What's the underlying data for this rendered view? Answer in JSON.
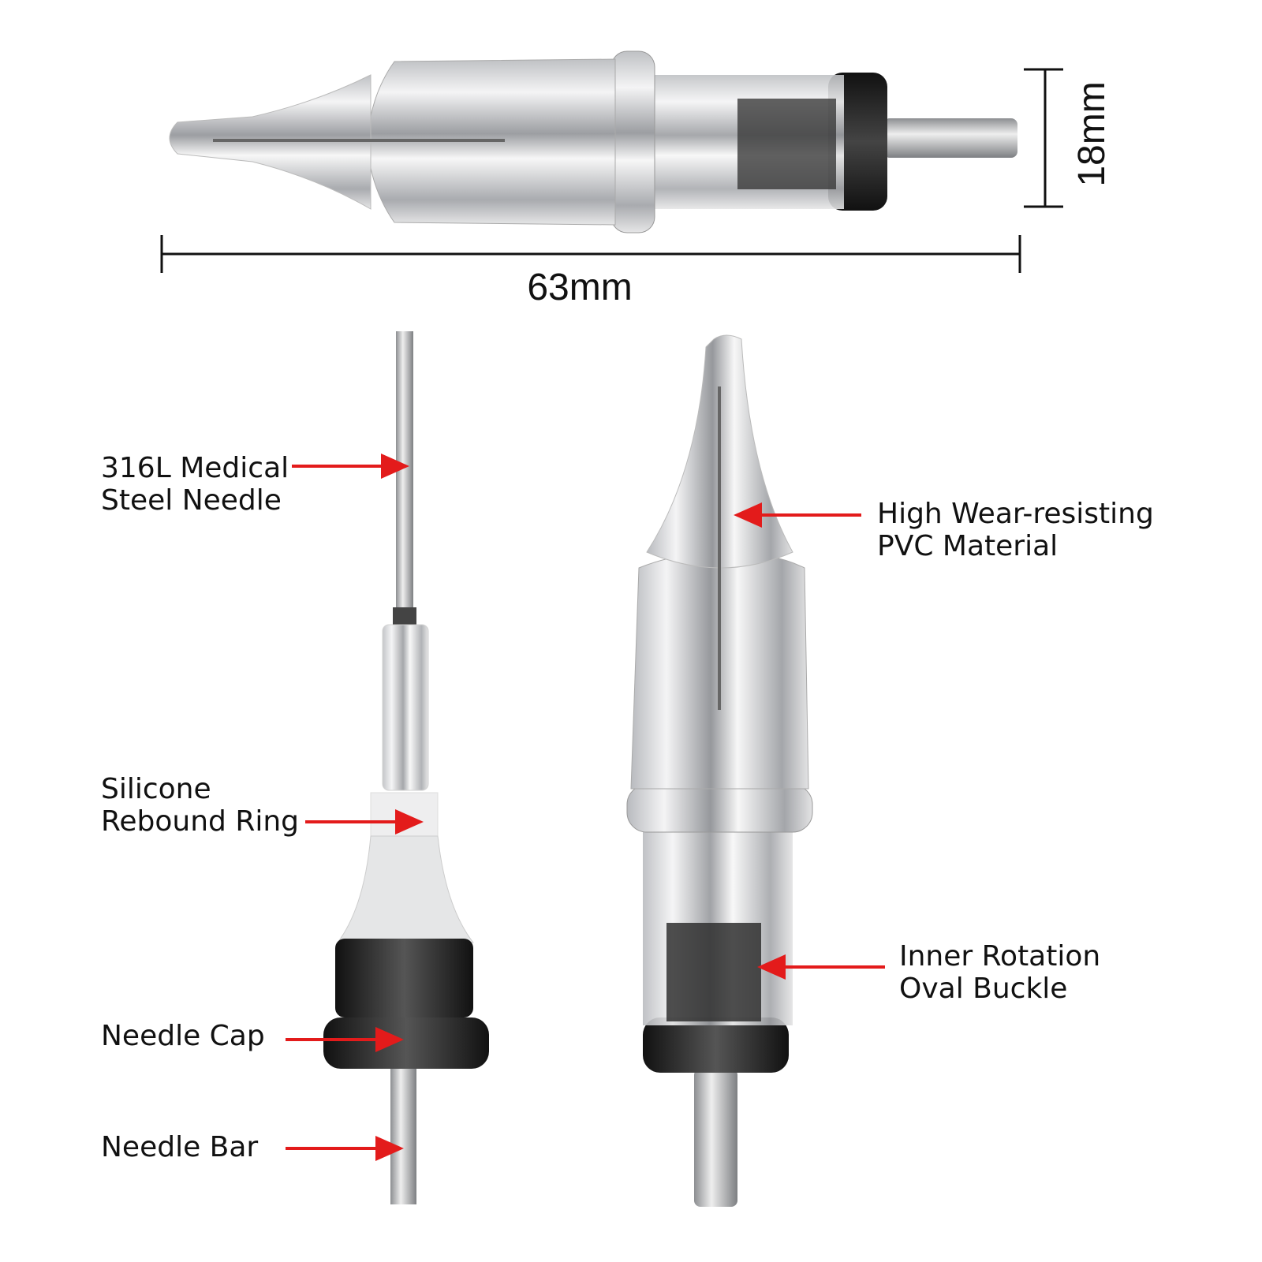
{
  "dimensions": {
    "length": "63mm",
    "diameter": "18mm"
  },
  "labels": {
    "needle": [
      "316L Medical",
      "Steel Needle"
    ],
    "ring": [
      "Silicone",
      "Rebound Ring"
    ],
    "cap": "Needle Cap",
    "bar": "Needle Bar",
    "material": [
      "High Wear-resisting",
      "PVC Material"
    ],
    "buckle": [
      "Inner Rotation",
      "Oval Buckle"
    ]
  },
  "colors": {
    "arrow": "#e31b1b",
    "dark_part": "#1a1a1a",
    "clear_body": "#d9dadc"
  }
}
